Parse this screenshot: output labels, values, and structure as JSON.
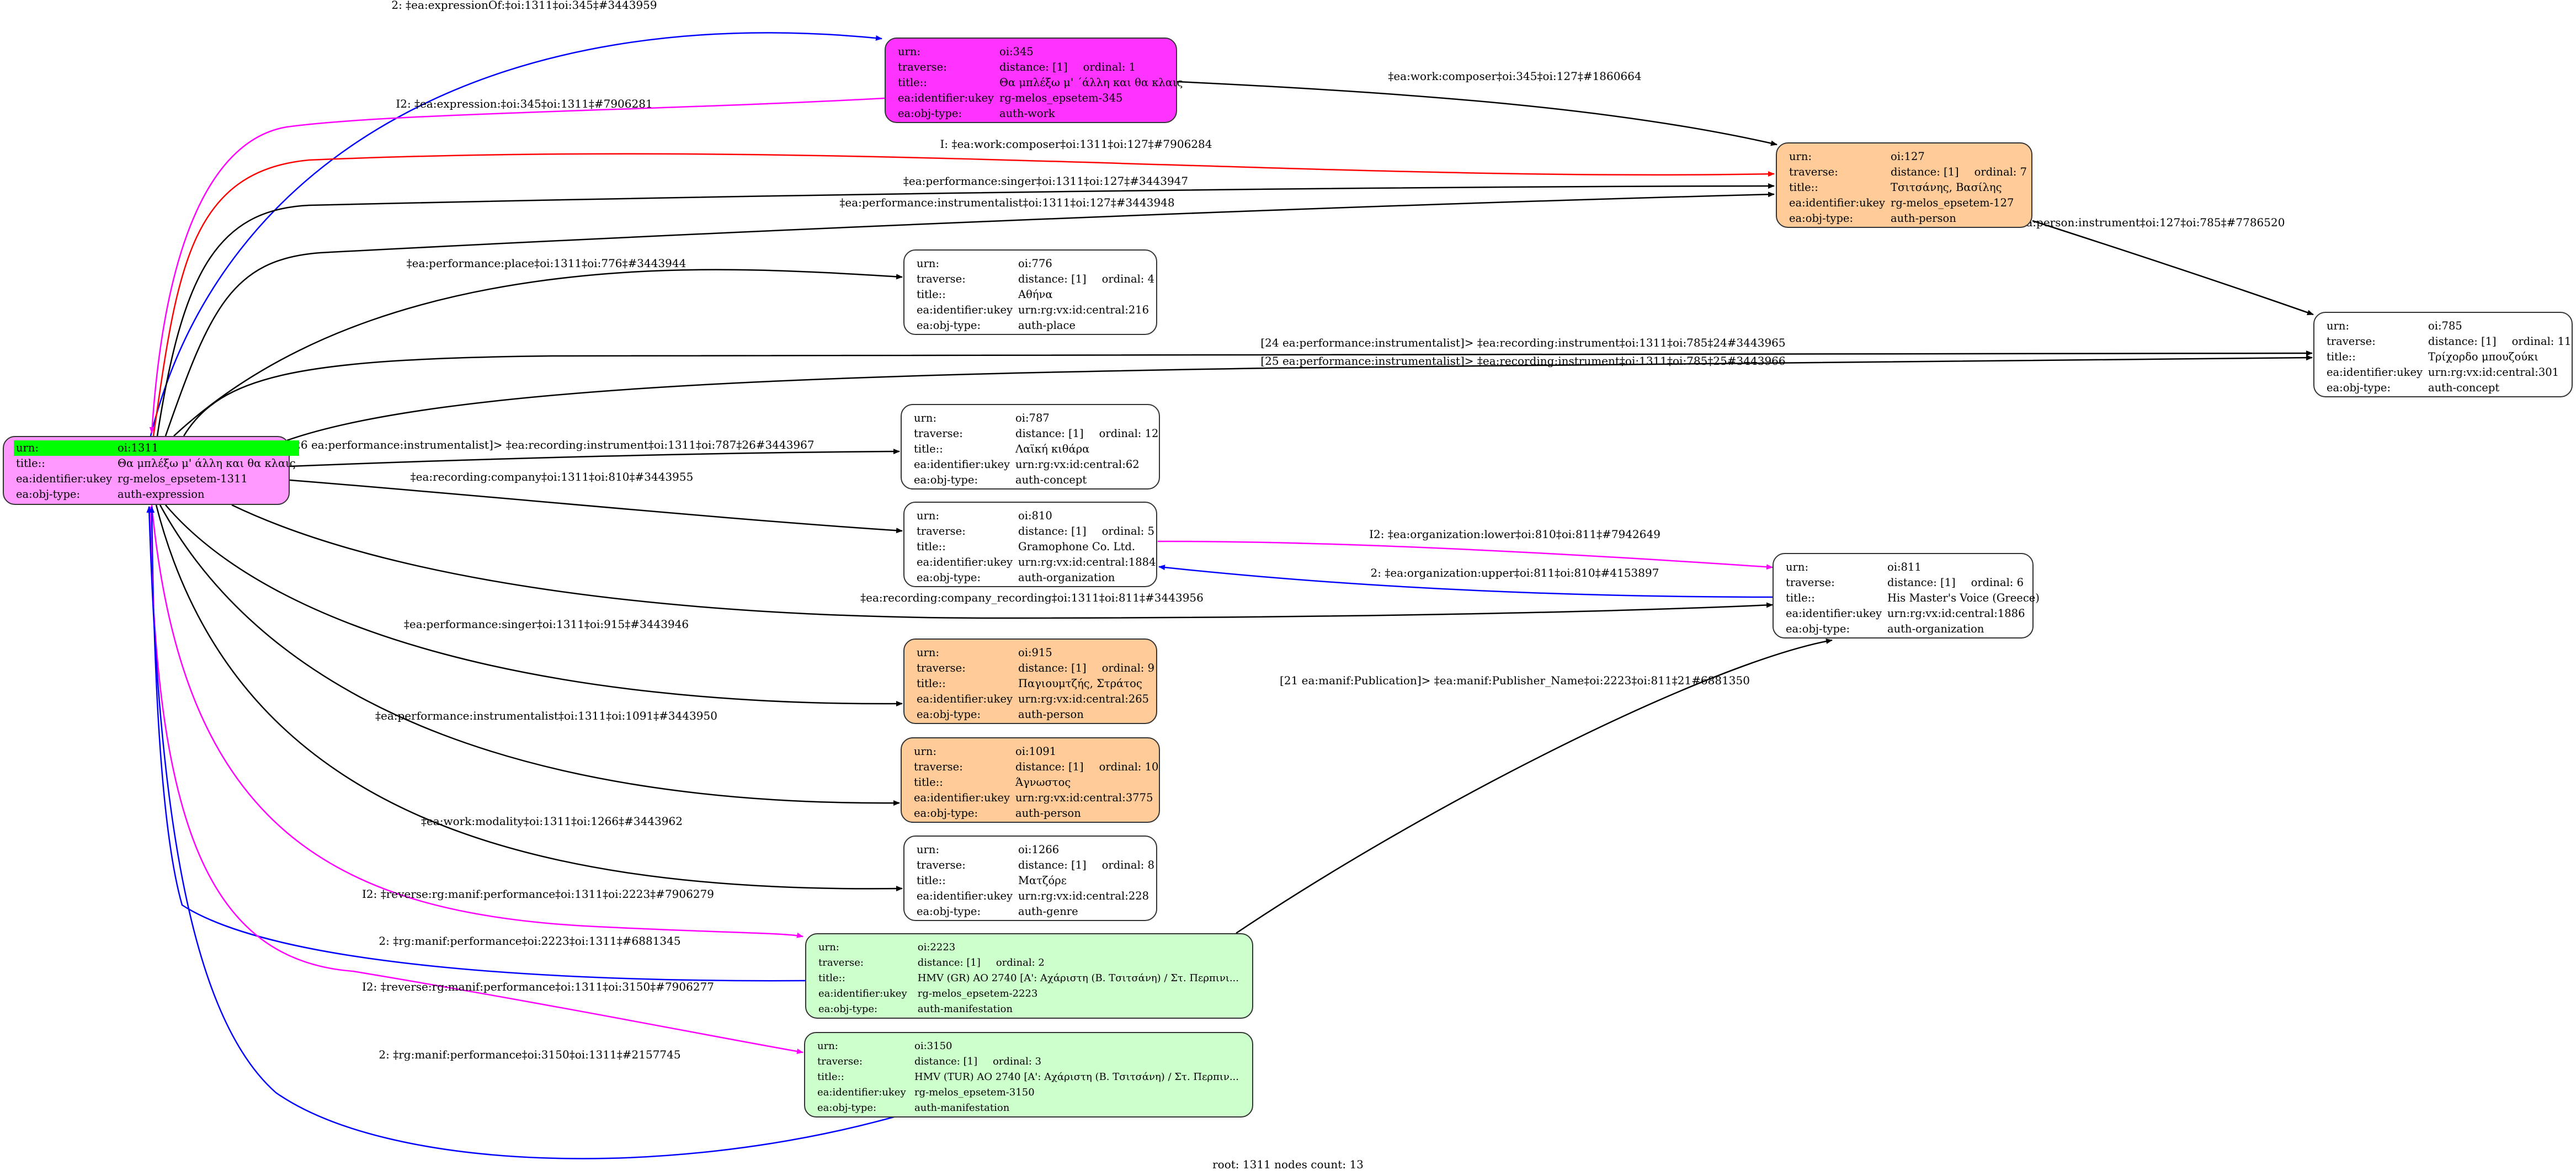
{
  "colors": {
    "root_fill": "#ff99ff",
    "work_fill": "#ff33ff",
    "person_fill": "#ffcc99",
    "manifestation_fill": "#ccffcc",
    "plain_fill": "#ffffff",
    "highlight_row": "#00ff00",
    "edge_black": "#000000",
    "edge_blue": "#0000ff",
    "edge_magenta": "#ff00ff",
    "edge_red": "#ff0000"
  },
  "field_labels": {
    "urn": "urn:",
    "traverse": "traverse:",
    "title": "title::",
    "ukey": "ea:identifier:ukey",
    "objtype": "ea:obj-type:"
  },
  "nodes": [
    {
      "id": "oi:1311",
      "urn": "oi:1311",
      "title": "Θα μπλέξω μ' άλλη και θα κλαις",
      "ukey": "rg-melos_epsetem-1311",
      "objtype": "auth-expression",
      "root": true,
      "fill": "root_fill"
    },
    {
      "id": "oi:345",
      "urn": "oi:345",
      "distance": "distance: [1]",
      "ordinal": "ordinal: 1",
      "title": "Θα μπλέξω μ' ΄άλλη και θα κλαις",
      "ukey": "rg-melos_epsetem-345",
      "objtype": "auth-work",
      "fill": "work_fill"
    },
    {
      "id": "oi:127",
      "urn": "oi:127",
      "distance": "distance: [1]",
      "ordinal": "ordinal: 7",
      "title": "Τσιτσάνης, Βασίλης",
      "ukey": "rg-melos_epsetem-127",
      "objtype": "auth-person",
      "fill": "person_fill"
    },
    {
      "id": "oi:776",
      "urn": "oi:776",
      "distance": "distance: [1]",
      "ordinal": "ordinal: 4",
      "title": "Αθήνα",
      "ukey": "urn:rg:vx:id:central:216",
      "objtype": "auth-place",
      "fill": "plain_fill"
    },
    {
      "id": "oi:785",
      "urn": "oi:785",
      "distance": "distance: [1]",
      "ordinal": "ordinal: 11",
      "title": "Τρίχορδο μπουζούκι",
      "ukey": "urn:rg:vx:id:central:301",
      "objtype": "auth-concept",
      "fill": "plain_fill"
    },
    {
      "id": "oi:787",
      "urn": "oi:787",
      "distance": "distance: [1]",
      "ordinal": "ordinal: 12",
      "title": "Λαϊκή κιθάρα",
      "ukey": "urn:rg:vx:id:central:62",
      "objtype": "auth-concept",
      "fill": "plain_fill"
    },
    {
      "id": "oi:810",
      "urn": "oi:810",
      "distance": "distance: [1]",
      "ordinal": "ordinal: 5",
      "title": "Gramophone Co. Ltd.",
      "ukey": "urn:rg:vx:id:central:1884",
      "objtype": "auth-organization",
      "fill": "plain_fill"
    },
    {
      "id": "oi:811",
      "urn": "oi:811",
      "distance": "distance: [1]",
      "ordinal": "ordinal: 6",
      "title": "His Master's Voice (Greece)",
      "ukey": "urn:rg:vx:id:central:1886",
      "objtype": "auth-organization",
      "fill": "plain_fill"
    },
    {
      "id": "oi:915",
      "urn": "oi:915",
      "distance": "distance: [1]",
      "ordinal": "ordinal: 9",
      "title": "Παγιουμτζής, Στράτος",
      "ukey": "urn:rg:vx:id:central:265",
      "objtype": "auth-person",
      "fill": "person_fill"
    },
    {
      "id": "oi:1091",
      "urn": "oi:1091",
      "distance": "distance: [1]",
      "ordinal": "ordinal: 10",
      "title": "Άγνωστος",
      "ukey": "urn:rg:vx:id:central:3775",
      "objtype": "auth-person",
      "fill": "person_fill"
    },
    {
      "id": "oi:1266",
      "urn": "oi:1266",
      "distance": "distance: [1]",
      "ordinal": "ordinal: 8",
      "title": "Ματζόρε",
      "ukey": "urn:rg:vx:id:central:228",
      "objtype": "auth-genre",
      "fill": "plain_fill"
    },
    {
      "id": "oi:2223",
      "urn": "oi:2223",
      "distance": "distance: [1]",
      "ordinal": "ordinal: 2",
      "title": "HMV (GR) AO 2740 [A': Αχάριστη (Β. Τσιτσάνη) / Στ. Περπινι...",
      "ukey": "rg-melos_epsetem-2223",
      "objtype": "auth-manifestation",
      "fill": "manifestation_fill"
    },
    {
      "id": "oi:3150",
      "urn": "oi:3150",
      "distance": "distance: [1]",
      "ordinal": "ordinal: 3",
      "title": "HMV (TUR) AO 2740 [A': Αχάριστη (Β. Τσιτσάνη) / Στ. Περπιν...",
      "ukey": "rg-melos_epsetem-3150",
      "objtype": "auth-manifestation",
      "fill": "manifestation_fill"
    }
  ],
  "edges": [
    {
      "from": "oi:1311",
      "to": "oi:345",
      "color": "edge_blue",
      "label": "2: ‡ea:expressionOf:‡oi:1311‡oi:345‡#3443959"
    },
    {
      "from": "oi:345",
      "to": "oi:1311",
      "color": "edge_magenta",
      "label": "I2: ‡ea:expression:‡oi:345‡oi:1311‡#7906281"
    },
    {
      "from": "oi:345",
      "to": "oi:127",
      "color": "edge_black",
      "label": "‡ea:work:composer‡oi:345‡oi:127‡#1860664"
    },
    {
      "from": "oi:1311",
      "to": "oi:127",
      "color": "edge_red",
      "label": "I: ‡ea:work:composer‡oi:1311‡oi:127‡#7906284"
    },
    {
      "from": "oi:1311",
      "to": "oi:127",
      "color": "edge_black",
      "label": "‡ea:performance:singer‡oi:1311‡oi:127‡#3443947"
    },
    {
      "from": "oi:1311",
      "to": "oi:127",
      "color": "edge_black",
      "label": "‡ea:performance:instrumentalist‡oi:1311‡oi:127‡#3443948"
    },
    {
      "from": "oi:127",
      "to": "oi:785",
      "color": "edge_black",
      "label": "‡ea:person:instrument‡oi:127‡oi:785‡#7786520"
    },
    {
      "from": "oi:1311",
      "to": "oi:776",
      "color": "edge_black",
      "label": "‡ea:performance:place‡oi:1311‡oi:776‡#3443944"
    },
    {
      "from": "oi:1311",
      "to": "oi:785",
      "color": "edge_black",
      "label": "[24 ea:performance:instrumentalist]> ‡ea:recording:instrument‡oi:1311‡oi:785‡24#3443965"
    },
    {
      "from": "oi:1311",
      "to": "oi:785",
      "color": "edge_black",
      "label": "[25 ea:performance:instrumentalist]> ‡ea:recording:instrument‡oi:1311‡oi:785‡25#3443966"
    },
    {
      "from": "oi:1311",
      "to": "oi:787",
      "color": "edge_black",
      "label": "[26 ea:performance:instrumentalist]> ‡ea:recording:instrument‡oi:1311‡oi:787‡26#3443967"
    },
    {
      "from": "oi:1311",
      "to": "oi:810",
      "color": "edge_black",
      "label": "‡ea:recording:company‡oi:1311‡oi:810‡#3443955"
    },
    {
      "from": "oi:810",
      "to": "oi:811",
      "color": "edge_magenta",
      "label": "I2: ‡ea:organization:lower‡oi:810‡oi:811‡#7942649"
    },
    {
      "from": "oi:811",
      "to": "oi:810",
      "color": "edge_blue",
      "label": "2: ‡ea:organization:upper‡oi:811‡oi:810‡#4153897"
    },
    {
      "from": "oi:1311",
      "to": "oi:811",
      "color": "edge_black",
      "label": "‡ea:recording:company_recording‡oi:1311‡oi:811‡#3443956"
    },
    {
      "from": "oi:2223",
      "to": "oi:811",
      "color": "edge_black",
      "label": "[21 ea:manif:Publication]> ‡ea:manif:Publisher_Name‡oi:2223‡oi:811‡21#6881350"
    },
    {
      "from": "oi:1311",
      "to": "oi:915",
      "color": "edge_black",
      "label": "‡ea:performance:singer‡oi:1311‡oi:915‡#3443946"
    },
    {
      "from": "oi:1311",
      "to": "oi:1091",
      "color": "edge_black",
      "label": "‡ea:performance:instrumentalist‡oi:1311‡oi:1091‡#3443950"
    },
    {
      "from": "oi:1311",
      "to": "oi:1266",
      "color": "edge_black",
      "label": "‡ea:work:modality‡oi:1311‡oi:1266‡#3443962"
    },
    {
      "from": "oi:1311",
      "to": "oi:2223",
      "color": "edge_magenta",
      "label": "I2: ‡reverse:rg:manif:performance‡oi:1311‡oi:2223‡#7906279"
    },
    {
      "from": "oi:2223",
      "to": "oi:1311",
      "color": "edge_blue",
      "label": "2: ‡rg:manif:performance‡oi:2223‡oi:1311‡#6881345"
    },
    {
      "from": "oi:1311",
      "to": "oi:3150",
      "color": "edge_magenta",
      "label": "I2: ‡reverse:rg:manif:performance‡oi:1311‡oi:3150‡#7906277"
    },
    {
      "from": "oi:3150",
      "to": "oi:1311",
      "color": "edge_blue",
      "label": "2: ‡rg:manif:performance‡oi:3150‡oi:1311‡#2157745"
    }
  ],
  "footer": "root: 1311 nodes count: 13"
}
